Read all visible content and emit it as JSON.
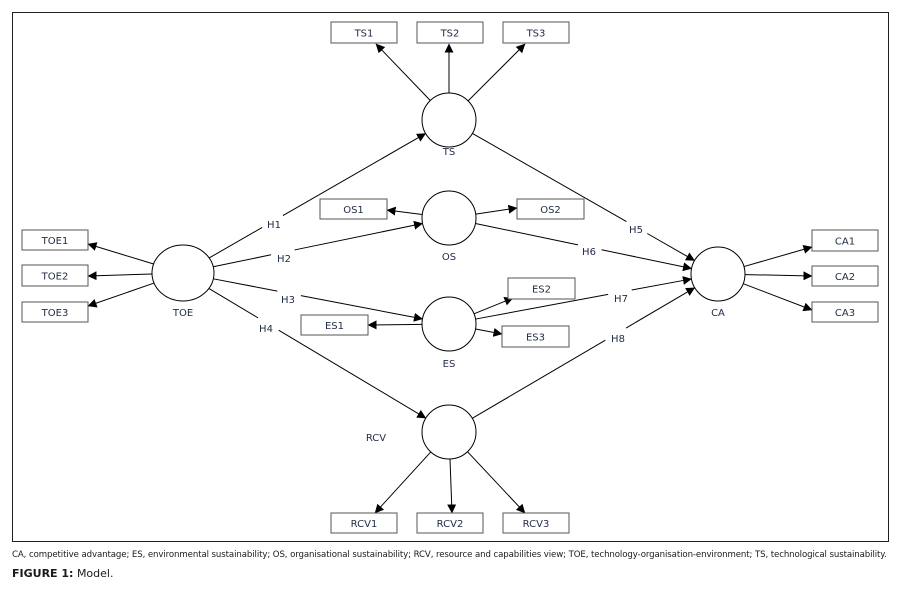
{
  "figure": {
    "label": "FIGURE 1:",
    "title": "Model.",
    "caption": "CA, competitive advantage; ES, environmental sustainability; OS, organisational sustainability; RCV, resource and capabilities view; TOE, technology-organisation-environment; TS, technological sustainability."
  },
  "constructs": [
    {
      "id": "TOE",
      "label": "TOE",
      "full_name": "technology-organisation-environment"
    },
    {
      "id": "TS",
      "label": "TS",
      "full_name": "technological sustainability"
    },
    {
      "id": "OS",
      "label": "OS",
      "full_name": "organisational sustainability"
    },
    {
      "id": "ES",
      "label": "ES",
      "full_name": "environmental sustainability"
    },
    {
      "id": "RCV",
      "label": "RCV",
      "full_name": "resource and capabilities view"
    },
    {
      "id": "CA",
      "label": "CA",
      "full_name": "competitive advantage"
    }
  ],
  "indicators": [
    {
      "id": "TOE1",
      "label": "TOE1",
      "construct": "TOE"
    },
    {
      "id": "TOE2",
      "label": "TOE2",
      "construct": "TOE"
    },
    {
      "id": "TOE3",
      "label": "TOE3",
      "construct": "TOE"
    },
    {
      "id": "TS1",
      "label": "TS1",
      "construct": "TS"
    },
    {
      "id": "TS2",
      "label": "TS2",
      "construct": "TS"
    },
    {
      "id": "TS3",
      "label": "TS3",
      "construct": "TS"
    },
    {
      "id": "OS1",
      "label": "OS1",
      "construct": "OS"
    },
    {
      "id": "OS2",
      "label": "OS2",
      "construct": "OS"
    },
    {
      "id": "ES1",
      "label": "ES1",
      "construct": "ES"
    },
    {
      "id": "ES2",
      "label": "ES2",
      "construct": "ES"
    },
    {
      "id": "ES3",
      "label": "ES3",
      "construct": "ES"
    },
    {
      "id": "RCV1",
      "label": "RCV1",
      "construct": "RCV"
    },
    {
      "id": "RCV2",
      "label": "RCV2",
      "construct": "RCV"
    },
    {
      "id": "RCV3",
      "label": "RCV3",
      "construct": "RCV"
    },
    {
      "id": "CA1",
      "label": "CA1",
      "construct": "CA"
    },
    {
      "id": "CA2",
      "label": "CA2",
      "construct": "CA"
    },
    {
      "id": "CA3",
      "label": "CA3",
      "construct": "CA"
    }
  ],
  "hypotheses": [
    {
      "label": "H1",
      "from": "TOE",
      "to": "TS"
    },
    {
      "label": "H2",
      "from": "TOE",
      "to": "OS"
    },
    {
      "label": "H3",
      "from": "TOE",
      "to": "ES"
    },
    {
      "label": "H4",
      "from": "TOE",
      "to": "RCV"
    },
    {
      "label": "H5",
      "from": "TS",
      "to": "CA"
    },
    {
      "label": "H6",
      "from": "OS",
      "to": "CA"
    },
    {
      "label": "H7",
      "from": "ES",
      "to": "CA"
    },
    {
      "label": "H8",
      "from": "RCV",
      "to": "CA"
    }
  ]
}
